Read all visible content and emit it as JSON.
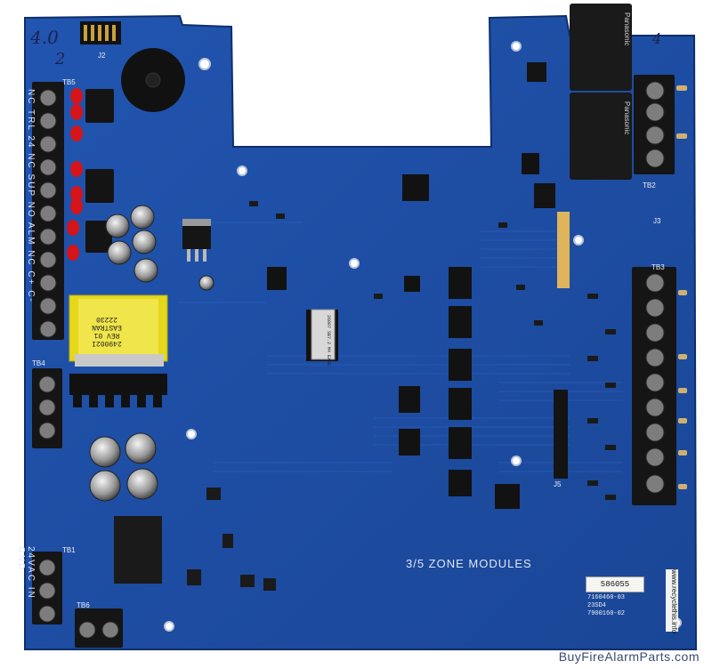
{
  "board": {
    "zone_label": "3/5 ZONE MODULES",
    "sticker_number": "586055",
    "part_numbers": [
      "7160460-03",
      "23SD4",
      "7900160-02"
    ],
    "vertical_url": "www.recyclethis.info",
    "transformer_text": [
      "249002I",
      "REV 01",
      "EASTRAN",
      "22230"
    ],
    "crystal_text": "26007 SB7.2 M4 EASE",
    "relay_brand": "Panasonic",
    "handwriting": [
      "4.0",
      "2",
      "4"
    ],
    "terminal_labels": [
      "TB5",
      "TB4",
      "TB1",
      "TB6",
      "TB2",
      "TB3"
    ],
    "left_silkscreen": "NC TRL 24 NC SUP NO ALM NC C+ C-",
    "left_silkscreen_bottom": "24VAC IN GND",
    "connector_labels": [
      "J2",
      "J3",
      "J5"
    ],
    "colors": {
      "pcb": "#1f4ea6",
      "pcb_dark": "#173d87",
      "terminal_black": "#151515",
      "led_red": "#d4141a",
      "transformer_yellow": "#e5d81a"
    }
  },
  "watermark": "BuyFireAlarmParts.com"
}
